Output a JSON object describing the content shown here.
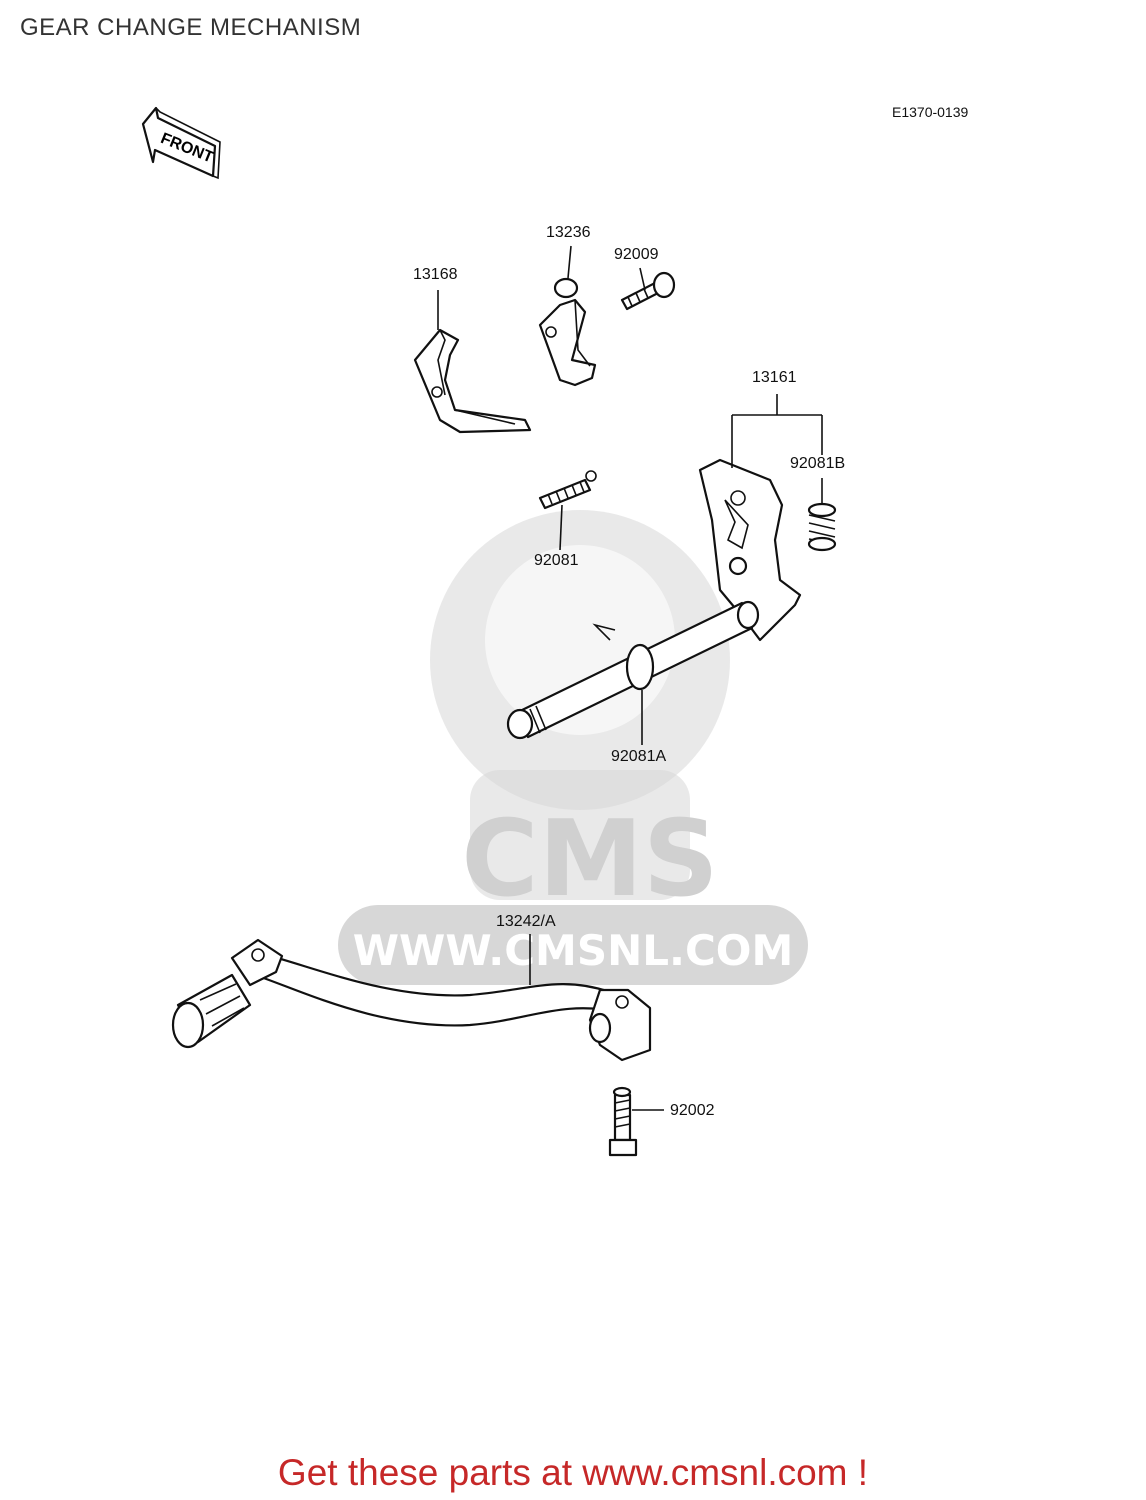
{
  "page": {
    "title": "GEAR CHANGE MECHANISM",
    "diagram_code": "E1370-0139",
    "front_label": "FRONT",
    "footer_cta": "Get these parts at www.cmsnl.com !",
    "accent_color": "#c62828"
  },
  "watermark": {
    "logo_text": "CMS",
    "url_text": "WWW.CMSNL.COM",
    "color": "#d7d7d7"
  },
  "parts": [
    {
      "id": "13168"
    },
    {
      "id": "13236"
    },
    {
      "id": "92009"
    },
    {
      "id": "13161"
    },
    {
      "id": "92081B"
    },
    {
      "id": "92081"
    },
    {
      "id": "92081A"
    },
    {
      "id": "13242/A"
    },
    {
      "id": "92002"
    }
  ]
}
